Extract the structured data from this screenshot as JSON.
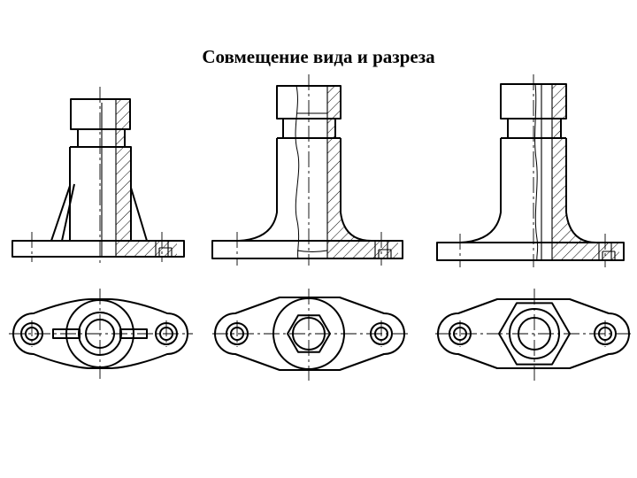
{
  "title": "Совмещение вида и разреза",
  "colors": {
    "line": "#000000",
    "background": "#ffffff"
  },
  "drawings": [
    {
      "front": "front-view-1",
      "top": "top-view-1"
    },
    {
      "front": "front-view-2",
      "top": "top-view-2"
    },
    {
      "front": "front-view-3",
      "top": "top-view-3"
    }
  ]
}
